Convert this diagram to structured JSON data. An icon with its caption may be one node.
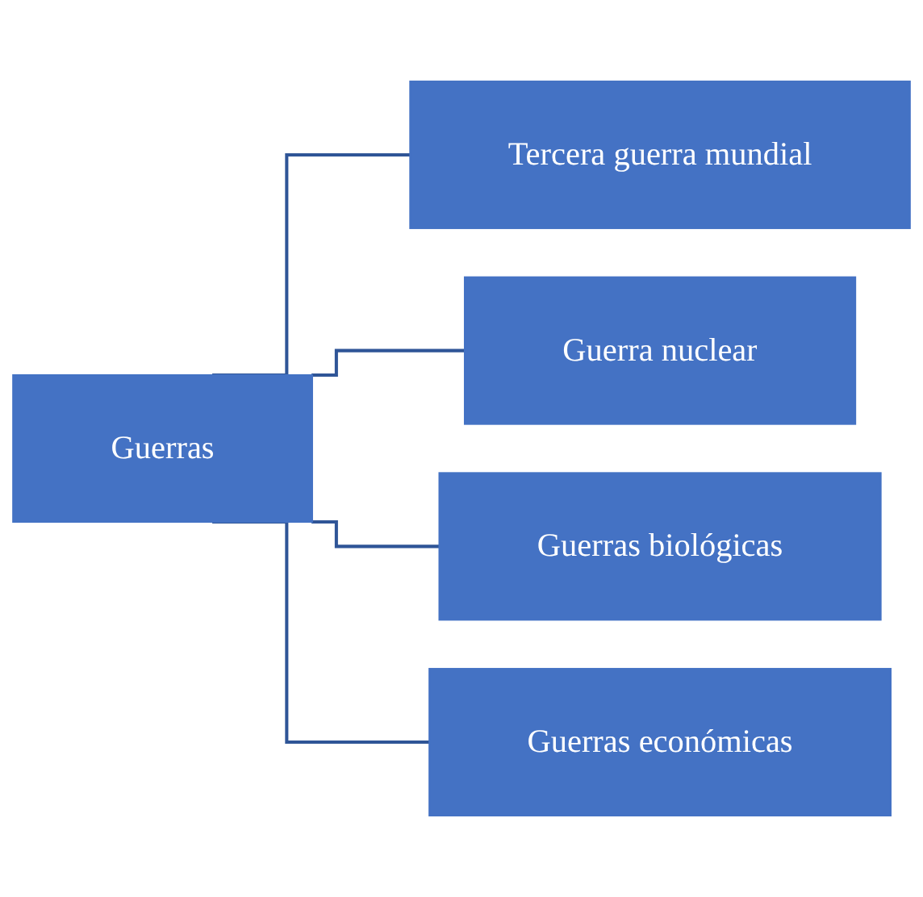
{
  "diagram": {
    "nodes": [
      {
        "text": [
          "Guerras"
        ]
      },
      {
        "text": [
          "Tercera guerra mundial"
        ]
      },
      {
        "text": [
          "Guerra nuclear"
        ]
      },
      {
        "text": [
          "Guerras biológicas"
        ]
      },
      {
        "text": [
          "Guerras económicas"
        ]
      }
    ],
    "edges": [
      {
        "from": 0,
        "to": 1,
        "arrow": "none"
      },
      {
        "from": 0,
        "to": 2,
        "arrow": "none"
      },
      {
        "from": 0,
        "to": 3,
        "arrow": "none"
      },
      {
        "from": 0,
        "to": 4,
        "arrow": "none"
      }
    ]
  }
}
